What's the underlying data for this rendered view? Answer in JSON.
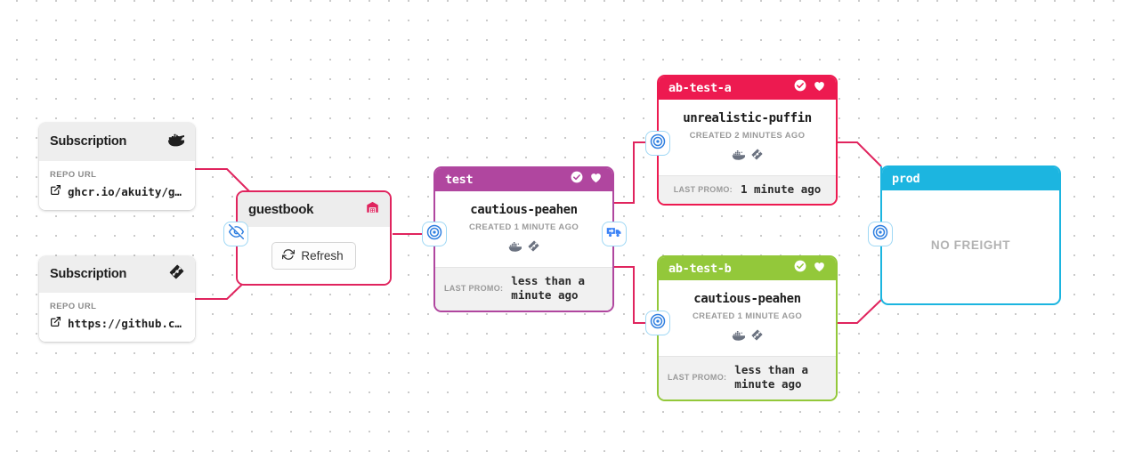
{
  "canvas": {
    "background_color": "#ffffff",
    "dot_color": "#b9b9b9"
  },
  "colors": {
    "edge_red": "#e0245e",
    "edge_cyan": "#1cb5e0",
    "stage_test": "#b0469f",
    "stage_ab_test_a": "#ed1a50",
    "stage_ab_test_b": "#93c83a",
    "stage_prod": "#1cb5e0",
    "warehouse_border": "#e0245e",
    "chip_border": "#9fd8f5",
    "chip_icon": "#2f7fe0"
  },
  "subscriptions": [
    {
      "title": "Subscription",
      "icon": "docker-icon",
      "url_label": "REPO URL",
      "url_value": "ghcr.io/akuity/g…",
      "link_icon": "external-link-icon"
    },
    {
      "title": "Subscription",
      "icon": "git-icon",
      "url_label": "REPO URL",
      "url_value": "https://github.c…",
      "link_icon": "external-link-icon"
    }
  ],
  "warehouse": {
    "title": "guestbook",
    "icon": "warehouse-icon",
    "refresh_label": "Refresh",
    "refresh_icon": "refresh-icon"
  },
  "stages": [
    {
      "id": "test",
      "name": "test",
      "header_color": "#b0469f",
      "health_icon": "check-circle-icon",
      "heart_icon": "heart-icon",
      "freight_name": "cautious-peahen",
      "created": "CREATED 1 MINUTE AGO",
      "artifact_icons": [
        "docker-icon",
        "git-icon"
      ],
      "footer_label": "LAST PROMO:",
      "footer_value": "less than a minute ago"
    },
    {
      "id": "ab-test-a",
      "name": "ab-test-a",
      "header_color": "#ed1a50",
      "health_icon": "check-circle-icon",
      "heart_icon": "heart-icon",
      "freight_name": "unrealistic-puffin",
      "created": "CREATED 2 MINUTES AGO",
      "artifact_icons": [
        "docker-icon",
        "git-icon"
      ],
      "footer_label": "LAST PROMO:",
      "footer_value": "1 minute ago"
    },
    {
      "id": "ab-test-b",
      "name": "ab-test-b",
      "header_color": "#93c83a",
      "health_icon": "check-circle-icon",
      "heart_icon": "heart-icon",
      "freight_name": "cautious-peahen",
      "created": "CREATED 1 MINUTE AGO",
      "artifact_icons": [
        "docker-icon",
        "git-icon"
      ],
      "footer_label": "LAST PROMO:",
      "footer_value": "less than a minute ago"
    },
    {
      "id": "prod",
      "name": "prod",
      "header_color": "#1cb5e0",
      "empty_text": "NO FREIGHT"
    }
  ],
  "chips": [
    {
      "id": "warehouse-hide",
      "icon": "eye-off-icon"
    },
    {
      "id": "test-target",
      "icon": "bullseye-icon"
    },
    {
      "id": "test-promote",
      "icon": "truck-icon"
    },
    {
      "id": "ab-test-a-target",
      "icon": "bullseye-icon"
    },
    {
      "id": "ab-test-b-target",
      "icon": "bullseye-icon"
    },
    {
      "id": "prod-target",
      "icon": "bullseye-icon"
    }
  ]
}
